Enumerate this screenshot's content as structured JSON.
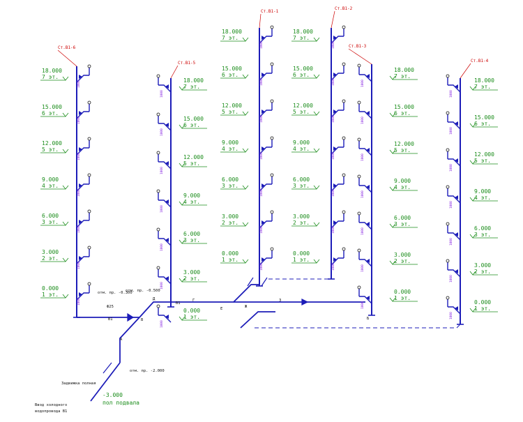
{
  "colors": {
    "pipe": "#1c1cb8",
    "level": "#1a8c1a",
    "riser_label": "#cc0000",
    "dimension": "#8a2be2",
    "annotation": "#111111",
    "hidden": "#1c1cb8"
  },
  "risers": [
    {
      "id": "r6",
      "label": "Ст.В1-6",
      "side": "left",
      "levels": [
        {
          "elev": "18.000",
          "floor": "7 эт."
        },
        {
          "elev": "15.000",
          "floor": "6 эт."
        },
        {
          "elev": "12.000",
          "floor": "5 эт."
        },
        {
          "elev": "9.000",
          "floor": "4 эт."
        },
        {
          "elev": "6.000",
          "floor": "3 эт."
        },
        {
          "elev": "3.000",
          "floor": "2 эт."
        },
        {
          "elev": "0.000",
          "floor": "1 эт."
        }
      ]
    },
    {
      "id": "r5",
      "label": "Ст.В1-5",
      "side": "right",
      "levels": [
        {
          "elev": "18.000",
          "floor": "7 эт."
        },
        {
          "elev": "15.000",
          "floor": "6 эт."
        },
        {
          "elev": "12.000",
          "floor": "5 эт."
        },
        {
          "elev": "9.000",
          "floor": "4 эт."
        },
        {
          "elev": "6.000",
          "floor": "3 эт."
        },
        {
          "elev": "3.000",
          "floor": "2 эт."
        },
        {
          "elev": "0.000",
          "floor": "1 эт."
        }
      ]
    },
    {
      "id": "r1",
      "label": "Ст.В1-1",
      "side": "left",
      "levels": [
        {
          "elev": "18.000",
          "floor": "7 эт."
        },
        {
          "elev": "15.000",
          "floor": "6 эт."
        },
        {
          "elev": "12.000",
          "floor": "5 эт."
        },
        {
          "elev": "9.000",
          "floor": "4 эт."
        },
        {
          "elev": "6.000",
          "floor": "3 эт."
        },
        {
          "elev": "3.000",
          "floor": "2 эт."
        },
        {
          "elev": "0.000",
          "floor": "1 эт."
        }
      ]
    },
    {
      "id": "r2",
      "label": "Ст.В1-2",
      "side": "left",
      "levels": [
        {
          "elev": "18.000",
          "floor": "7 эт."
        },
        {
          "elev": "15.000",
          "floor": "6 эт."
        },
        {
          "elev": "12.000",
          "floor": "5 эт."
        },
        {
          "elev": "9.000",
          "floor": "4 эт."
        },
        {
          "elev": "6.000",
          "floor": "3 эт."
        },
        {
          "elev": "3.000",
          "floor": "2 эт."
        },
        {
          "elev": "0.000",
          "floor": "1 эт."
        }
      ]
    },
    {
      "id": "r3",
      "label": "Ст.В1-3",
      "side": "right",
      "levels": [
        {
          "elev": "18.000",
          "floor": "7 эт."
        },
        {
          "elev": "15.000",
          "floor": "6 эт."
        },
        {
          "elev": "12.000",
          "floor": "5 эт."
        },
        {
          "elev": "9.000",
          "floor": "4 эт."
        },
        {
          "elev": "6.000",
          "floor": "3 эт."
        },
        {
          "elev": "3.000",
          "floor": "2 эт."
        },
        {
          "elev": "0.000",
          "floor": "1 эт."
        }
      ]
    },
    {
      "id": "r4",
      "label": "Ст.В1-4",
      "side": "right",
      "levels": [
        {
          "elev": "18.000",
          "floor": "7 эт."
        },
        {
          "elev": "15.000",
          "floor": "6 эт."
        },
        {
          "elev": "12.000",
          "floor": "5 эт."
        },
        {
          "elev": "9.000",
          "floor": "4 эт."
        },
        {
          "elev": "6.000",
          "floor": "3 эт."
        },
        {
          "elev": "3.000",
          "floor": "2 эт."
        },
        {
          "elev": "0.000",
          "floor": "1 эт."
        }
      ]
    }
  ],
  "dimension_tag": "1000",
  "nodes": {
    "a": "А",
    "b": "Б",
    "v": "В",
    "g": "Г",
    "d": "Д",
    "e": "Е",
    "zh": "Ж",
    "z": "З"
  },
  "main_labels": {
    "b1_left": "В1",
    "b1_right": "В1",
    "pipe_size": "Ф25"
  },
  "notes": {
    "elev_neg300": "отм. пр. -0.300",
    "elev_neg500": "отм. пр. -0.500",
    "elev_neg2000": "отм. пр. -2.000",
    "valve": "Задвижка полная",
    "inlet_line1": "Ввод холодного",
    "inlet_line2": "водопровода В1",
    "basement_elev": "-3.000",
    "basement_name": "пол подвала"
  }
}
